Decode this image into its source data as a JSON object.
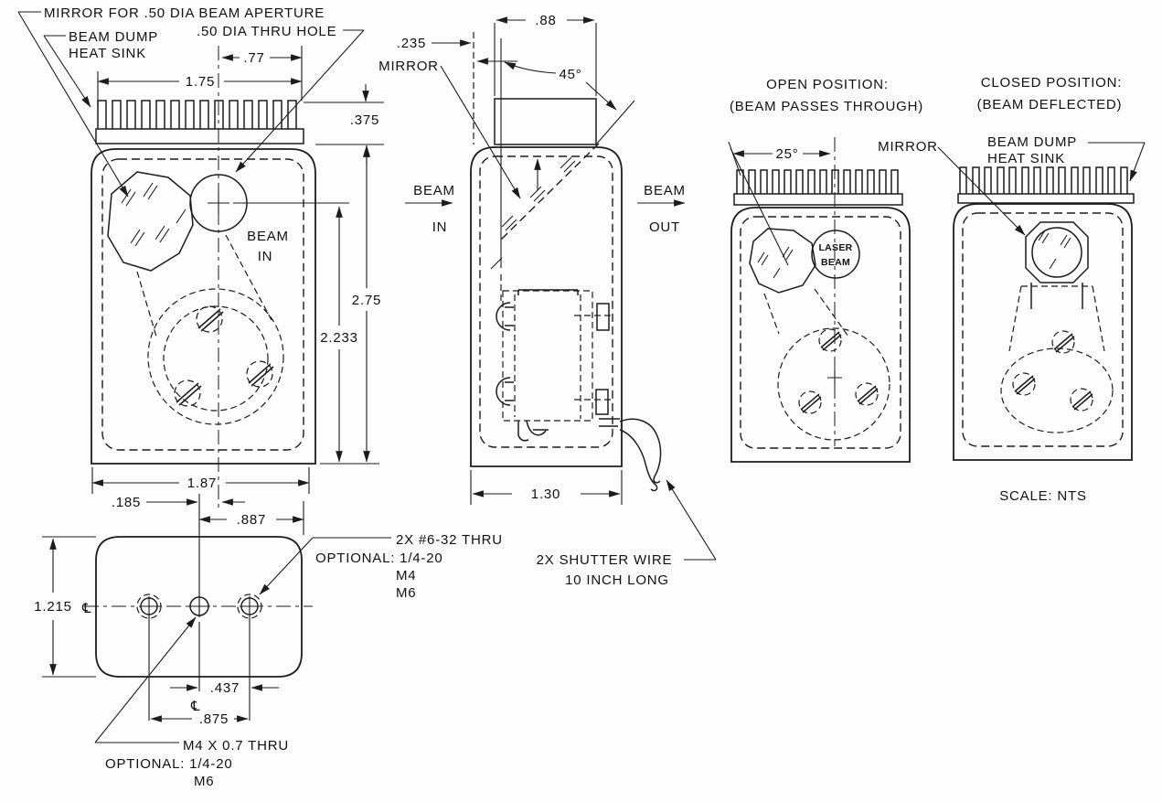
{
  "drawing": {
    "front_view": {
      "label_mirror": "MIRROR FOR .50 DIA BEAM APERTURE",
      "label_hole": ".50 DIA THRU HOLE",
      "label_dump1": "BEAM DUMP",
      "label_dump2": "HEAT SINK",
      "beam1": "BEAM",
      "beam2": "IN",
      "dim_hole_x": ".77",
      "dim_fins": "1.75",
      "dim_fin_h": ".375",
      "dim_h1": "2.75",
      "dim_h2": "2.233",
      "dim_w": "1.87"
    },
    "bottom_view": {
      "dim_offset": ".185",
      "dim_x2": ".887",
      "dim_h": "1.215",
      "dim_s1": ".437",
      "dim_s2": ".875",
      "cl": "℄",
      "note1_l1": "2X #6-32 THRU",
      "note1_l2": "OPTIONAL: 1/4-20",
      "note1_l3": "M4",
      "note1_l4": "M6",
      "note2_l1": "M4 X 0.7 THRU",
      "note2_l2": "OPTIONAL: 1/4-20",
      "note2_l3": "M6"
    },
    "side_view": {
      "dim_offset": ".235",
      "label_mirror": "MIRROR",
      "dim_depth_top": ".88",
      "dim_angle": "45°",
      "in1": "BEAM",
      "in2": "IN",
      "out1": "BEAM",
      "out2": "OUT",
      "dim_depth": "1.30",
      "wire1": "2X SHUTTER WIRE",
      "wire2": "10 INCH LONG"
    },
    "open_view": {
      "title1": "OPEN POSITION:",
      "title2": "(BEAM PASSES THROUGH)",
      "dim_angle": "25°",
      "laser1": "LASER",
      "laser2": "BEAM"
    },
    "closed_view": {
      "title1": "CLOSED POSITION:",
      "title2": "(BEAM DEFLECTED)",
      "label_mirror": "MIRROR",
      "label_dump1": "BEAM DUMP",
      "label_dump2": "HEAT SINK",
      "scale": "SCALE: NTS"
    }
  }
}
